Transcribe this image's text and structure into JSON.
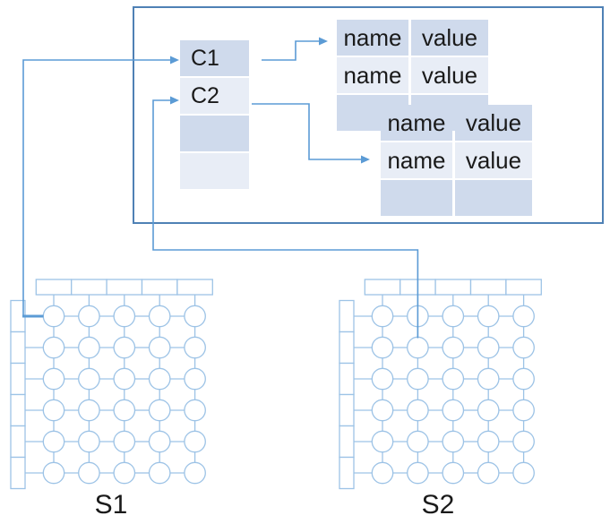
{
  "diagram": {
    "cue_table": {
      "cells": [
        "C1",
        "C2",
        "",
        ""
      ]
    },
    "kv_table_1": {
      "rows": [
        [
          "name",
          "value"
        ],
        [
          "name",
          "value"
        ],
        [
          "",
          ""
        ]
      ]
    },
    "kv_table_2": {
      "rows": [
        [
          "name",
          "value"
        ],
        [
          "name",
          "value"
        ],
        [
          "",
          ""
        ]
      ]
    },
    "sheets": [
      {
        "label": "S1",
        "columns": 5,
        "rows": 6
      },
      {
        "label": "S2",
        "columns": 5,
        "rows": 6
      }
    ],
    "colors": {
      "connector": "#5b9bd5",
      "grid_outline": "#9dc3e6",
      "box_border": "#4f81b5",
      "cell_dark": "#cfdaec",
      "cell_light": "#e8edf6",
      "text": "#1a1a1a"
    }
  }
}
